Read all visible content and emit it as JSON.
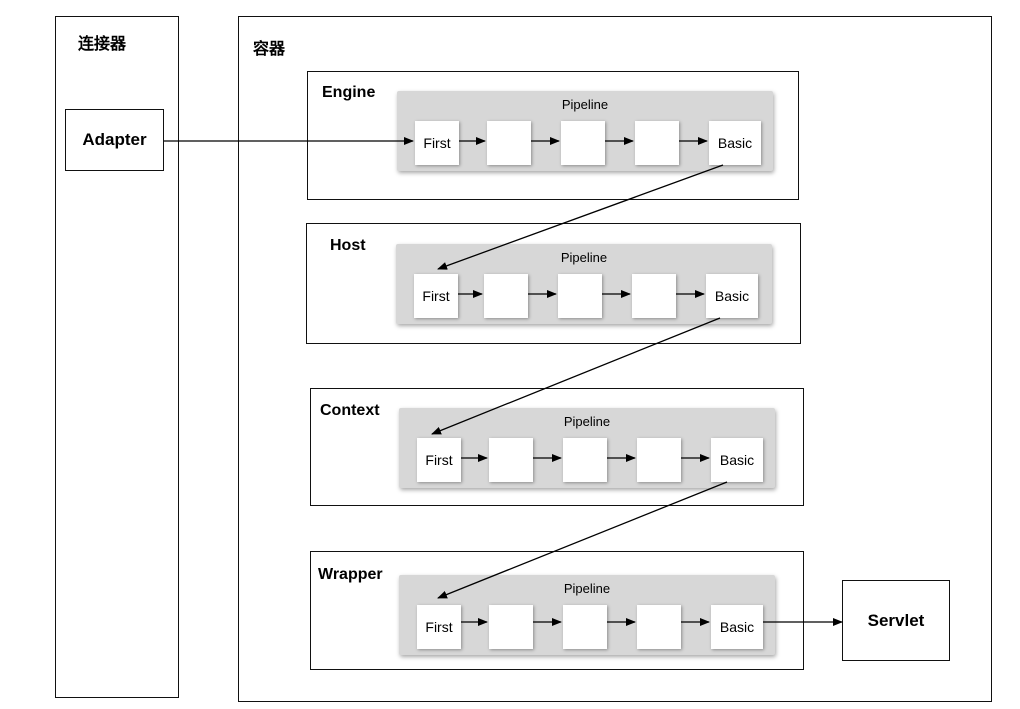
{
  "connector": {
    "title": "连接器",
    "adapter_label": "Adapter"
  },
  "container": {
    "title": "容器"
  },
  "stages": [
    {
      "name": "Engine",
      "pipeline_label": "Pipeline",
      "first_label": "First",
      "basic_label": "Basic"
    },
    {
      "name": "Host",
      "pipeline_label": "Pipeline",
      "first_label": "First",
      "basic_label": "Basic"
    },
    {
      "name": "Context",
      "pipeline_label": "Pipeline",
      "first_label": "First",
      "basic_label": "Basic"
    },
    {
      "name": "Wrapper",
      "pipeline_label": "Pipeline",
      "first_label": "First",
      "basic_label": "Basic"
    }
  ],
  "servlet_label": "Servlet"
}
